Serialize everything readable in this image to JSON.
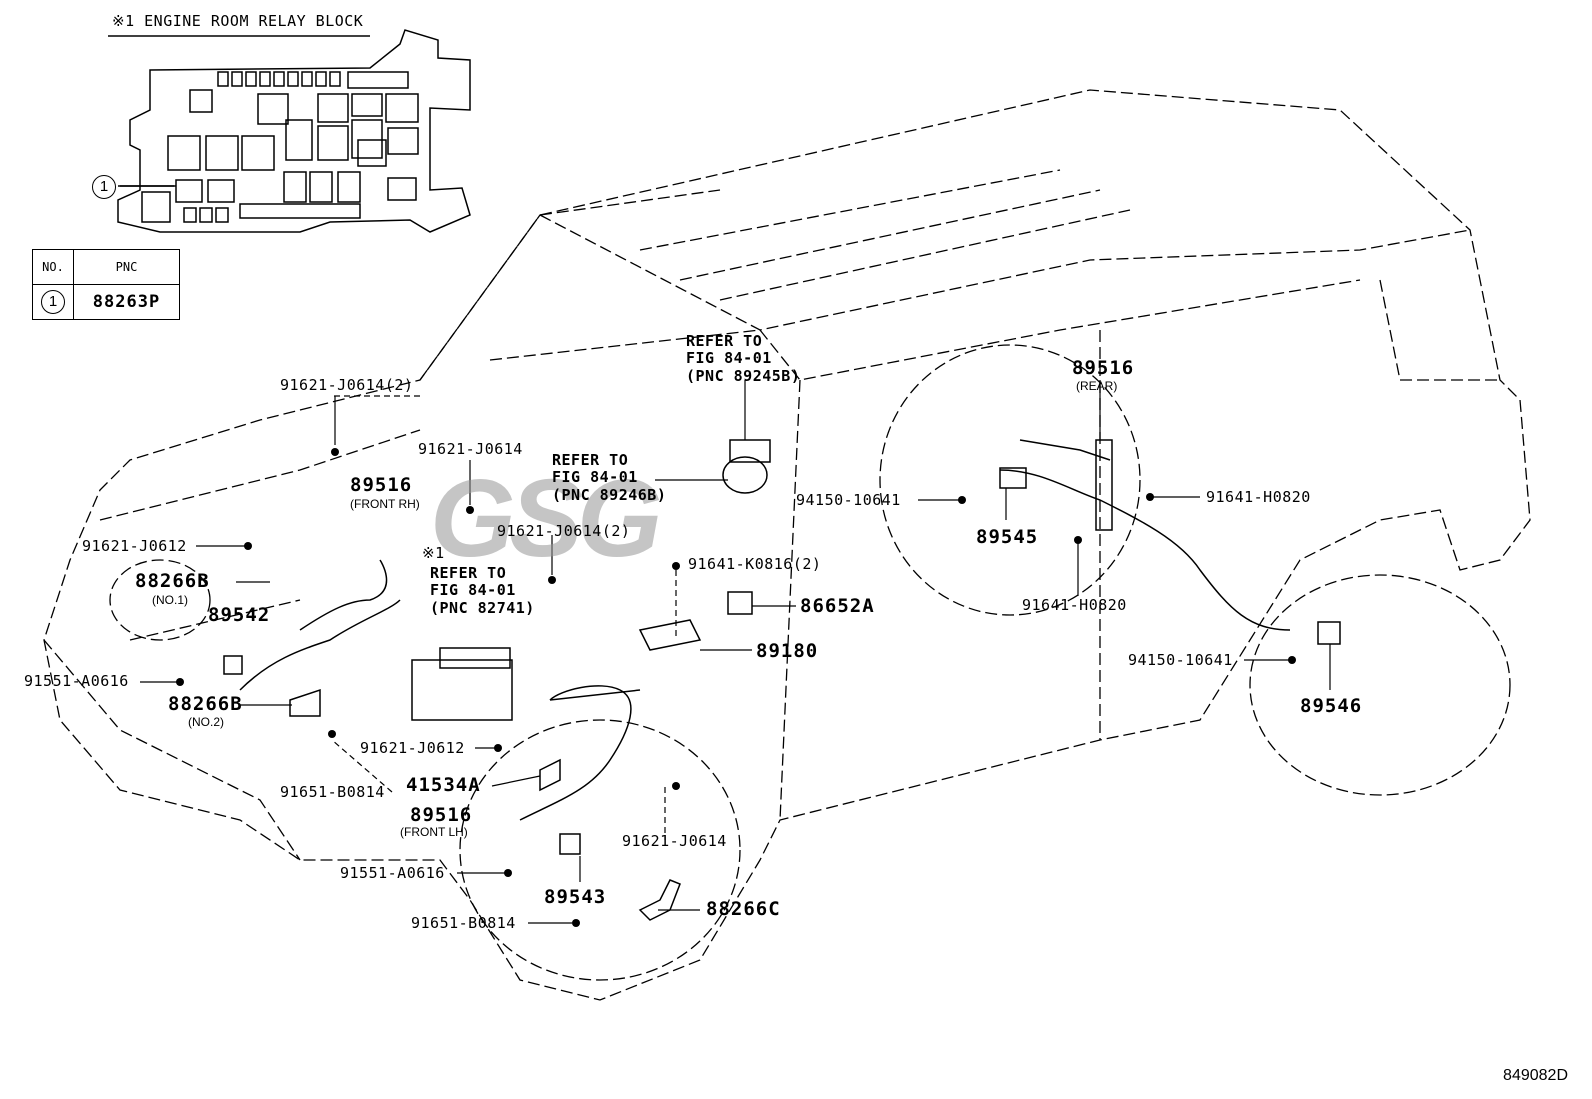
{
  "relay_block": {
    "title": "※1 ENGINE ROOM RELAY BLOCK",
    "callout": "1"
  },
  "table": {
    "header_no": "NO.",
    "header_pnc": "PNC",
    "row_no": "1",
    "row_pnc": "88263P"
  },
  "labels": {
    "l91621_j0614_2_top": "91621-J0614(2)",
    "l91621_j0614_a": "91621-J0614",
    "l89516_front_rh": "89516",
    "front_rh_note": "(FRONT RH)",
    "l91621_j0612_a": "91621-J0612",
    "l88266b_no1": "88266B",
    "no1_note": "(NO.1)",
    "l89542": "89542",
    "l91551_a0616_a": "91551-A0616",
    "l88266b_no2": "88266B",
    "no2_note": "(NO.2)",
    "l91621_j0612_b": "91621-J0612",
    "l41534a": "41534A",
    "l91651_b0814_a": "91651-B0814",
    "l89516_front_lh": "89516",
    "front_lh_note": "(FRONT LH)",
    "l91621_j0614_b": "91621-J0614",
    "l91551_a0616_b": "91551-A0616",
    "l89543": "89543",
    "l88266c": "88266C",
    "l91651_b0814_b": "91651-B0814",
    "l91621_j0614_2_mid": "91621-J0614(2)",
    "l91641_k0816_2": "91641-K0816(2)",
    "l86652a": "86652A",
    "l89180": "89180",
    "l94150_10641_a": "94150-10641",
    "l89545": "89545",
    "l89516_rear": "89516",
    "rear_note": "(REAR)",
    "l91641_h0820_a": "91641-H0820",
    "l91641_h0820_b": "91641-H0820",
    "l94150_10641_b": "94150-10641",
    "l89546": "89546",
    "relay_mark": "※1"
  },
  "refs": {
    "ref1": "REFER TO\nFIG 84-01\n(PNC 89245B)",
    "ref2": "REFER TO\nFIG 84-01\n(PNC 89246B)",
    "ref3": "REFER TO\nFIG 84-01\n(PNC 82741)"
  },
  "watermark": "GSG",
  "diagram_code": "849082D"
}
